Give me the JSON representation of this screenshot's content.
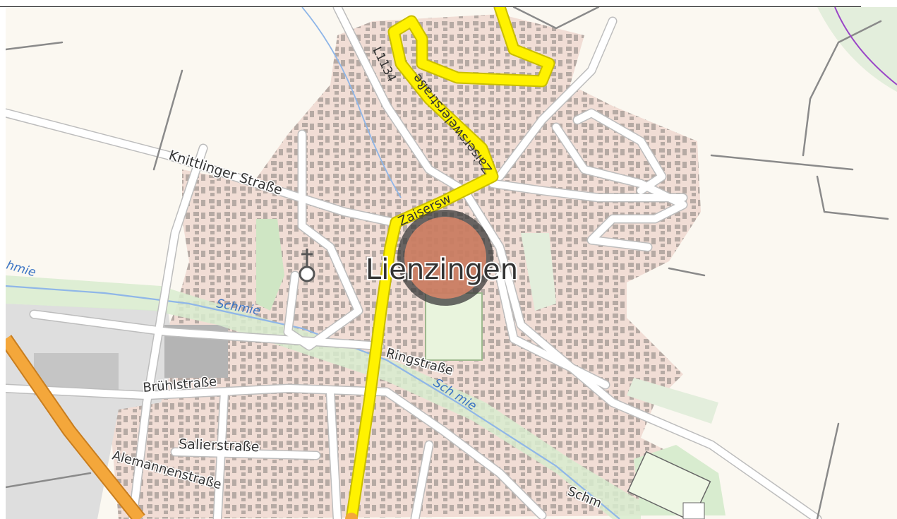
{
  "map": {
    "place_label": "Lienzingen",
    "street_labels": {
      "knittlinger": "Knittlinger Straße",
      "zaiserswalder": "Zaiserswelerstraße",
      "zaisersw": "Zaisersw",
      "l1134": "L1134",
      "ring": "Ringstraße",
      "bruehl": "Brühlstraße",
      "salier": "Salierstraße",
      "alemannen": "Alemannenstraße",
      "schm_bottom": "Schm"
    },
    "water_labels": {
      "schmie_left": "hmie",
      "schmie_center": "Schmie",
      "schmie_right": "Sch mie"
    },
    "colors": {
      "background": "#fbf8f1",
      "residential": "#f1ddd5",
      "building": "#b6aaa4",
      "industrial": "#d9d9d9",
      "meadow": "#d8eccf",
      "road": "#ffffff",
      "road_casing": "#b3b3b3",
      "primary_road": "#fff200",
      "trunk_road": "#f4a73b",
      "river": "#8fb6e8",
      "boundary": "#9a45c7",
      "location_fill": "#e88a6a",
      "location_ring": "#4a4a4a"
    },
    "icons": [
      "church-icon",
      "current-location-marker-icon"
    ]
  }
}
